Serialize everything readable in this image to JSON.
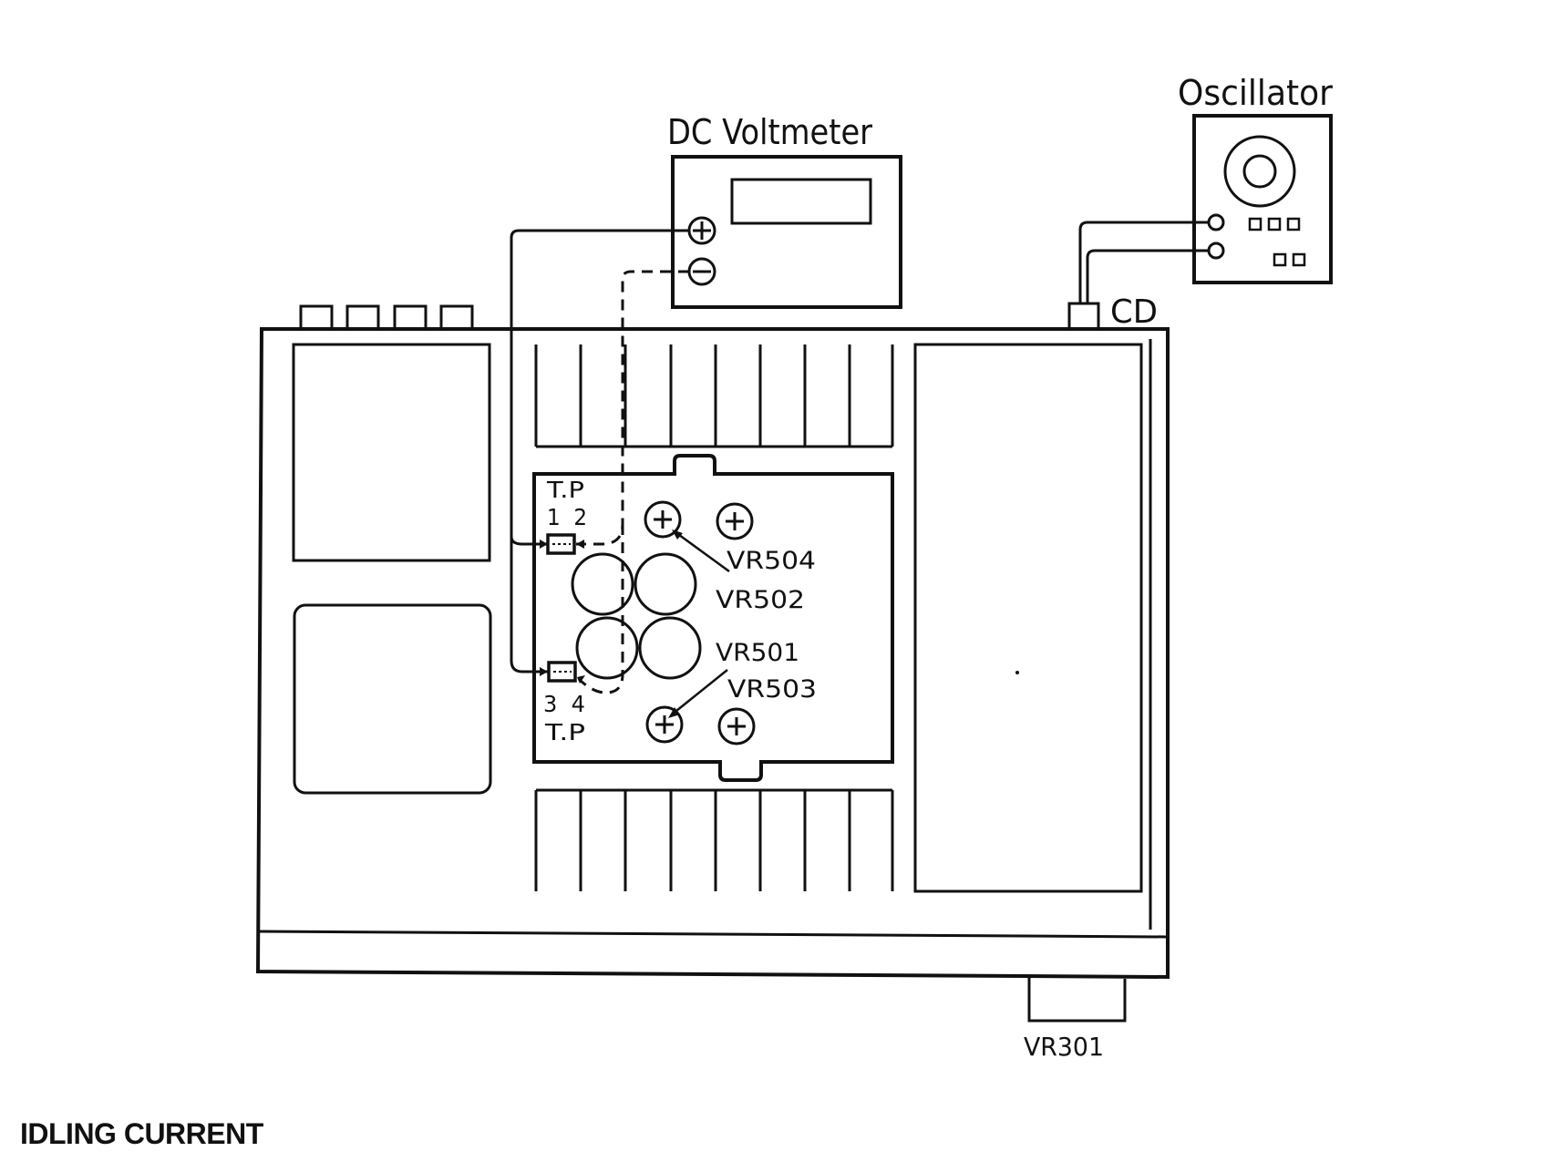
{
  "labels": {
    "dc_voltmeter": "DC Voltmeter",
    "oscillator": "Oscillator",
    "cd": "CD",
    "tp_top": "T.P",
    "tp_top_pins": "1  2",
    "tp_bottom": "T.P",
    "tp_bottom_pins": "3  4",
    "vr504": "VR504",
    "vr502": "VR502",
    "vr501": "VR501",
    "vr503": "VR503",
    "vr301": "VR301",
    "plus_sign": "+",
    "minus_sign": "−"
  },
  "caption": "IDLING CURRENT",
  "colors": {
    "ink": "#111111",
    "paper": "#ffffff"
  }
}
